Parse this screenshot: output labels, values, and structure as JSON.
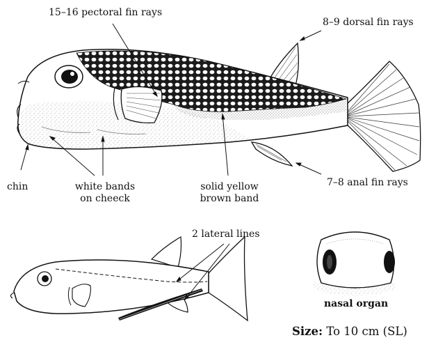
{
  "labels": {
    "pectoral": "15–16 pectoral fin rays",
    "dorsal": "8–9 dorsal fin rays",
    "anal": "7–8 anal fin rays",
    "chin": "chin",
    "white_bands_1": "white bands",
    "white_bands_2": "on cheeck",
    "yellow_band_1": "solid yellow",
    "yellow_band_2": "brown band",
    "lateral_lines": "2 lateral lines",
    "nasal_organ": "nasal organ",
    "size_prefix": "Size:",
    "size_value": "To 10 cm (SL)"
  }
}
